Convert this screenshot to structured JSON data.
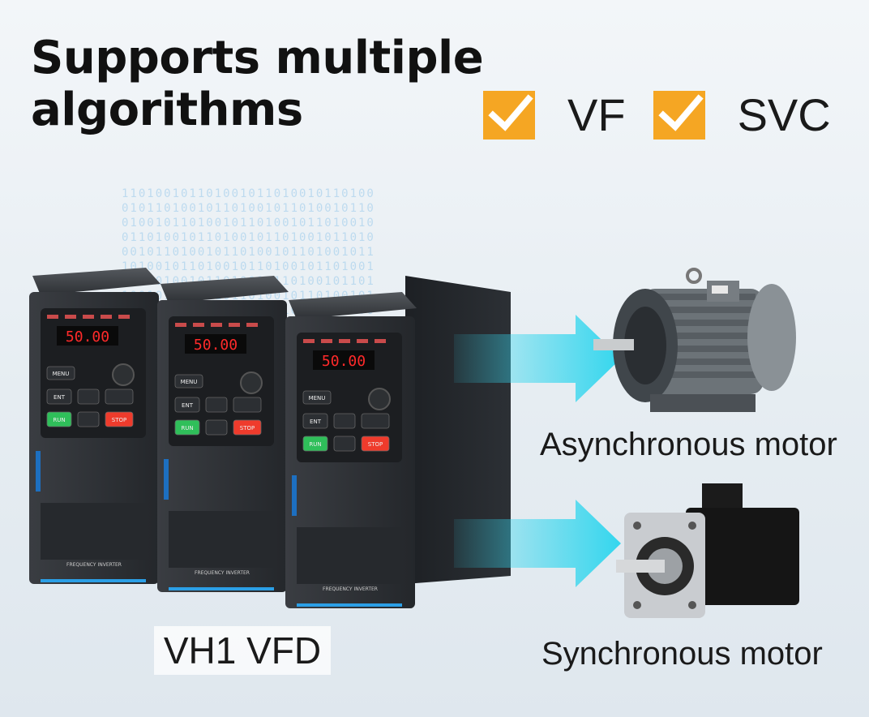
{
  "headline": {
    "line1": "Supports multiple",
    "line2": "algorithms"
  },
  "algorithms": [
    {
      "label": "VF",
      "checked": true
    },
    {
      "label": "SVC",
      "checked": true
    }
  ],
  "product": {
    "label": "VH1 VFD",
    "display_value": "50.00",
    "keys": [
      "MENU",
      "ENT",
      "RUN",
      "STOP"
    ],
    "footer": "FREQUENCY INVERTER"
  },
  "motors": [
    {
      "label": "Asynchronous motor"
    },
    {
      "label": "Synchronous motor"
    }
  ],
  "colors": {
    "accent": "#f5a623",
    "arrow": "#33d6ee",
    "display": "#ff2a2a",
    "run_key": "#2fbf5a",
    "stop_key": "#ef3b2c"
  }
}
